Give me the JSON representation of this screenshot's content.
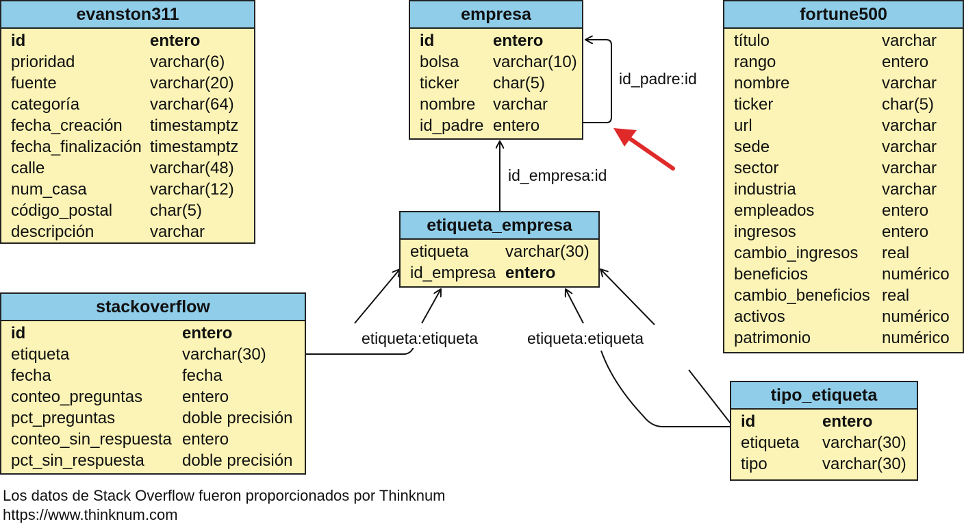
{
  "tables": {
    "evanston311": {
      "title": "evanston311",
      "rows": [
        {
          "name": "id",
          "type": "entero",
          "bold": true
        },
        {
          "name": "prioridad",
          "type": "varchar(6)"
        },
        {
          "name": "fuente",
          "type": "varchar(20)"
        },
        {
          "name": "categoría",
          "type": "varchar(64)"
        },
        {
          "name": "fecha_creación",
          "type": "timestamptz"
        },
        {
          "name": "fecha_finalización",
          "type": "timestamptz"
        },
        {
          "name": "calle",
          "type": "varchar(48)"
        },
        {
          "name": "num_casa",
          "type": "varchar(12)"
        },
        {
          "name": "código_postal",
          "type": "char(5)"
        },
        {
          "name": "descripción",
          "type": "varchar"
        }
      ]
    },
    "empresa": {
      "title": "empresa",
      "rows": [
        {
          "name": "id",
          "type": "entero",
          "bold": true
        },
        {
          "name": "bolsa",
          "type": "varchar(10)"
        },
        {
          "name": "ticker",
          "type": "char(5)"
        },
        {
          "name": "nombre",
          "type": "varchar"
        },
        {
          "name": "id_padre",
          "type": "entero"
        }
      ]
    },
    "fortune500": {
      "title": "fortune500",
      "rows": [
        {
          "name": "título",
          "type": "varchar"
        },
        {
          "name": "rango",
          "type": "entero"
        },
        {
          "name": "nombre",
          "type": "varchar"
        },
        {
          "name": "ticker",
          "type": "char(5)"
        },
        {
          "name": "url",
          "type": "varchar"
        },
        {
          "name": "sede",
          "type": "varchar"
        },
        {
          "name": "sector",
          "type": "varchar"
        },
        {
          "name": "industria",
          "type": "varchar"
        },
        {
          "name": "empleados",
          "type": "entero"
        },
        {
          "name": "ingresos",
          "type": "entero"
        },
        {
          "name": "cambio_ingresos",
          "type": "real"
        },
        {
          "name": "beneficios",
          "type": "numérico"
        },
        {
          "name": "cambio_beneficios",
          "type": "real"
        },
        {
          "name": "activos",
          "type": "numérico"
        },
        {
          "name": "patrimonio",
          "type": "numérico"
        }
      ]
    },
    "etiqueta_empresa": {
      "title": "etiqueta_empresa",
      "rows": [
        {
          "name": "etiqueta",
          "type": "varchar(30)"
        },
        {
          "name": "id_empresa",
          "type": "entero",
          "bold_type": true
        }
      ]
    },
    "stackoverflow": {
      "title": "stackoverflow",
      "rows": [
        {
          "name": "id",
          "type": "entero",
          "bold": true
        },
        {
          "name": "etiqueta",
          "type": "varchar(30)"
        },
        {
          "name": "fecha",
          "type": "fecha"
        },
        {
          "name": "conteo_preguntas",
          "type": "entero"
        },
        {
          "name": "pct_preguntas",
          "type": "doble precisión"
        },
        {
          "name": "conteo_sin_respuesta",
          "type": "entero"
        },
        {
          "name": "pct_sin_respuesta",
          "type": "doble precisión"
        }
      ]
    },
    "tipo_etiqueta": {
      "title": "tipo_etiqueta",
      "rows": [
        {
          "name": "id",
          "type": "entero",
          "bold": true
        },
        {
          "name": "etiqueta",
          "type": "varchar(30)"
        },
        {
          "name": "tipo",
          "type": "varchar(30)"
        }
      ]
    }
  },
  "relations": {
    "self_parent": "id_padre:id",
    "empresa_link": "id_empresa:id",
    "stack_link": "etiqueta:etiqueta",
    "tipo_link": "etiqueta:etiqueta"
  },
  "colors": {
    "header": "#8fcde9",
    "body": "#fbf4b6",
    "highlight_arrow": "#e02a2a"
  },
  "footer": {
    "line1": "Los datos de Stack Overflow fueron proporcionados por Thinknum",
    "line2": "https://www.thinknum.com"
  }
}
